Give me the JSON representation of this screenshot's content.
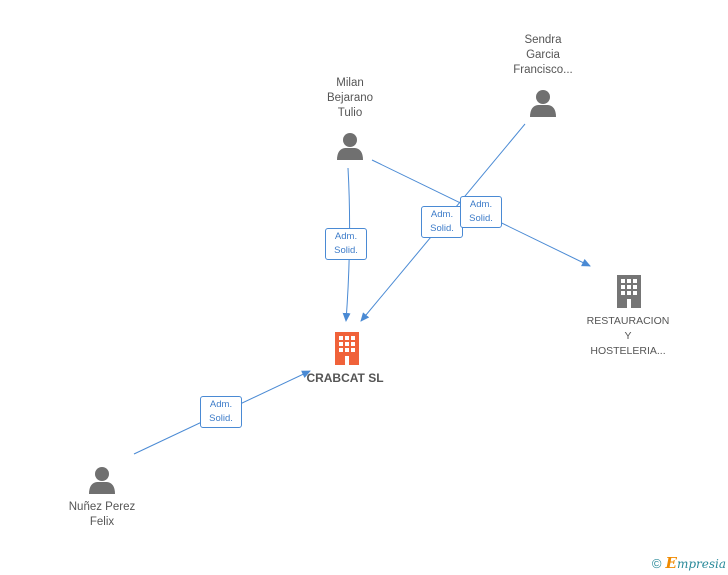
{
  "nodes": {
    "main": {
      "label": "CRABCAT SL",
      "color": "#f0623a"
    },
    "milan": {
      "label": "Milan\nBejarano\nTulio"
    },
    "sendra": {
      "label": "Sendra\nGarcia\nFrancisco..."
    },
    "nunez": {
      "label": "Nuñez Perez\nFelix"
    },
    "restauracion": {
      "label": "RESTAURACION\nY\nHOSTELERIA...",
      "color": "#757575"
    }
  },
  "edges": {
    "label_text": "Adm.\nSolid.",
    "color": "#4a8ad4"
  },
  "person_icon_color": "#707070",
  "footer": {
    "copyright_symbol": "©",
    "brand_first": "E",
    "brand_rest": "mpresia"
  }
}
